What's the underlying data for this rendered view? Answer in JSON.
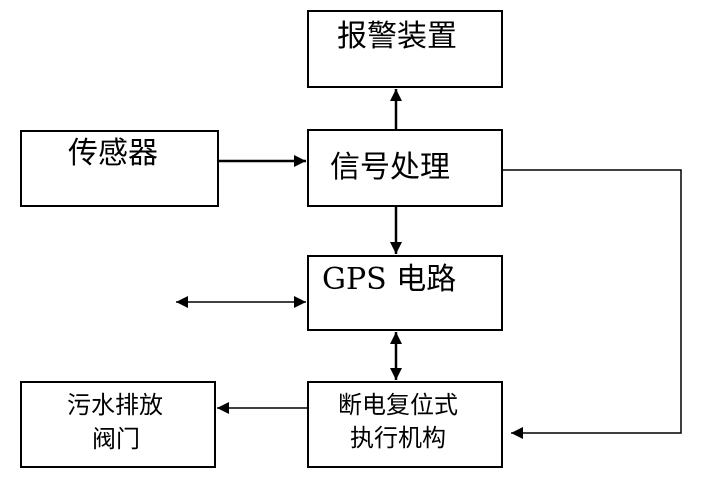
{
  "boxes": {
    "alarm": "报警装置",
    "sensor": "传感器",
    "signal": "信号处理",
    "gps": "GPS 电路",
    "reset_line1": "断电复位式",
    "reset_line2": "执行机构",
    "valve_line1": "污水排放",
    "valve_line2": "阀门"
  },
  "colors": {
    "line": "#000000",
    "background": "#ffffff"
  }
}
